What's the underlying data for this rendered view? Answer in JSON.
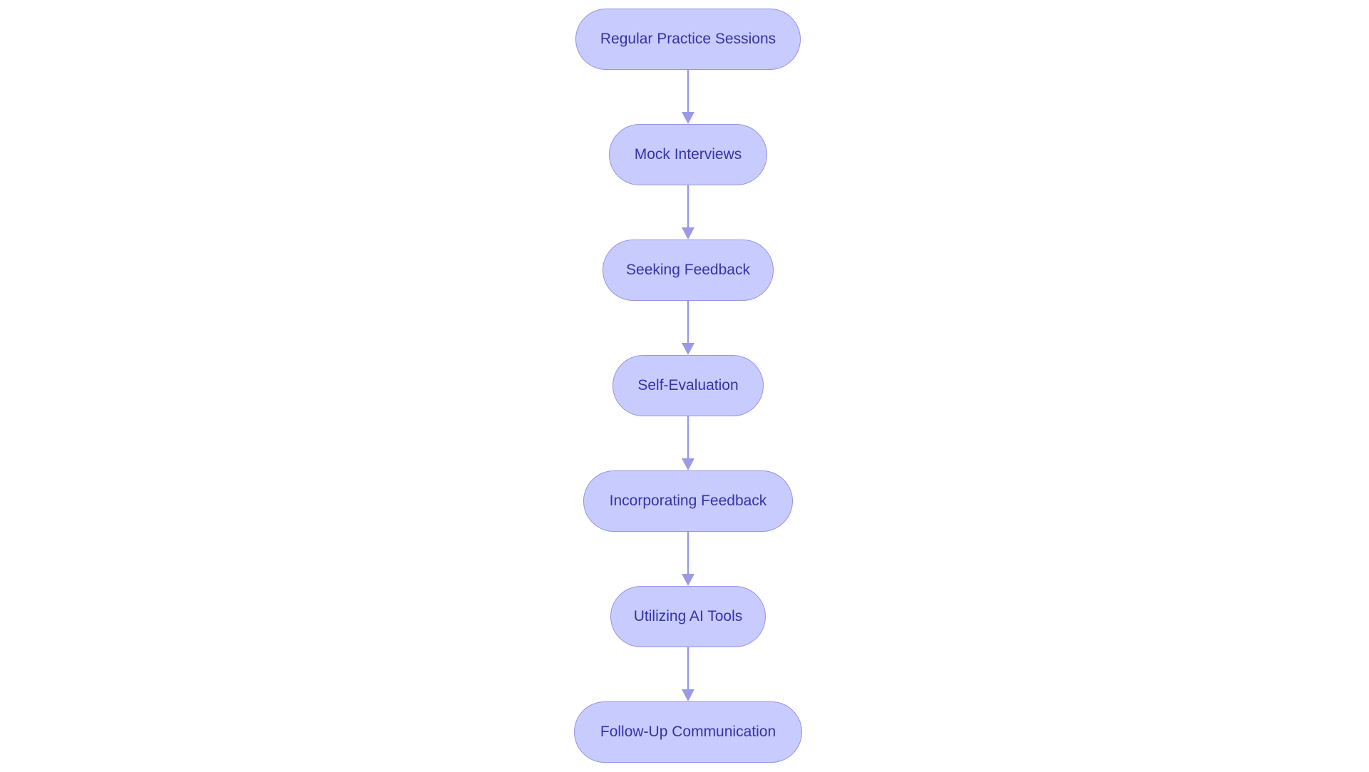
{
  "colors": {
    "node_fill": "#c8cbfd",
    "node_border": "#9494e6",
    "node_text": "#3434a8",
    "edge": "#9a9ae6",
    "background": "#ffffff"
  },
  "nodes": [
    {
      "label": "Regular Practice Sessions"
    },
    {
      "label": "Mock Interviews"
    },
    {
      "label": "Seeking Feedback"
    },
    {
      "label": "Self-Evaluation"
    },
    {
      "label": "Incorporating Feedback"
    },
    {
      "label": "Utilizing AI Tools"
    },
    {
      "label": "Follow-Up Communication"
    }
  ],
  "edges": [
    {
      "from": 0,
      "to": 1
    },
    {
      "from": 1,
      "to": 2
    },
    {
      "from": 2,
      "to": 3
    },
    {
      "from": 3,
      "to": 4
    },
    {
      "from": 4,
      "to": 5
    },
    {
      "from": 5,
      "to": 6
    }
  ]
}
